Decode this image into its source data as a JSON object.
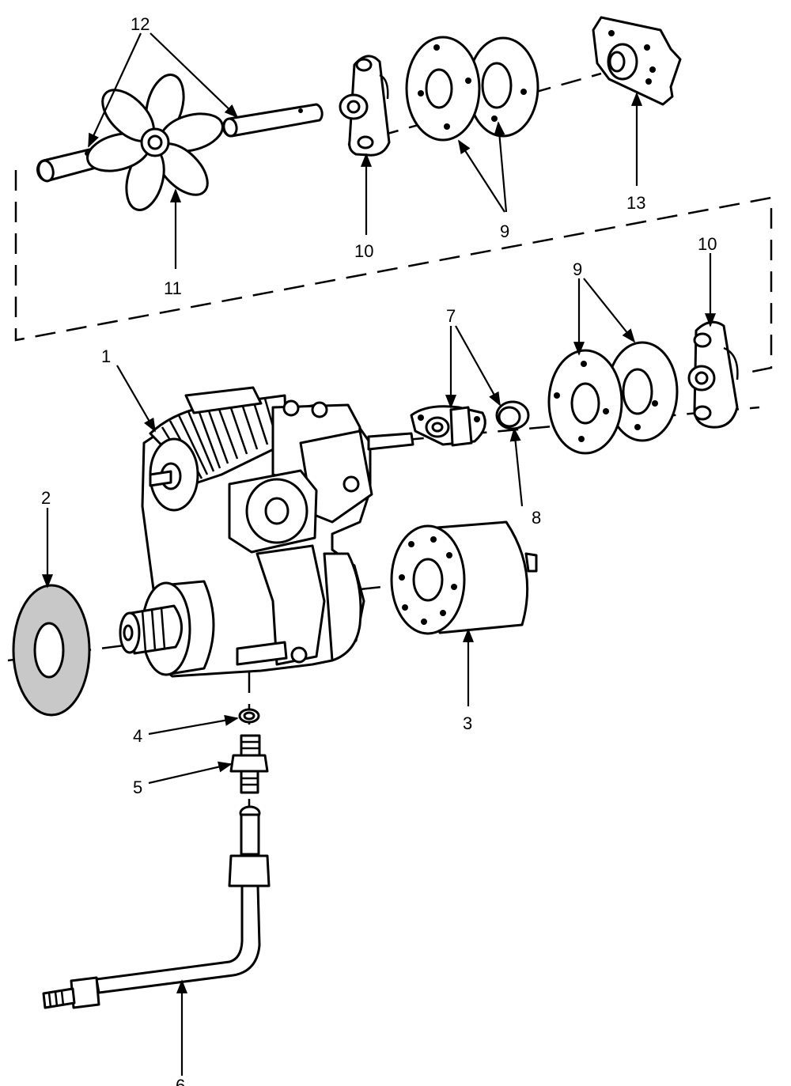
{
  "callouts": {
    "c1": "1",
    "c2": "2",
    "c3": "3",
    "c4": "4",
    "c5": "5",
    "c6": "6",
    "c7": "7",
    "c8": "8",
    "c9a": "9",
    "c9b": "9",
    "c10a": "10",
    "c10b": "10",
    "c11": "11",
    "c12": "12",
    "c13": "13"
  }
}
